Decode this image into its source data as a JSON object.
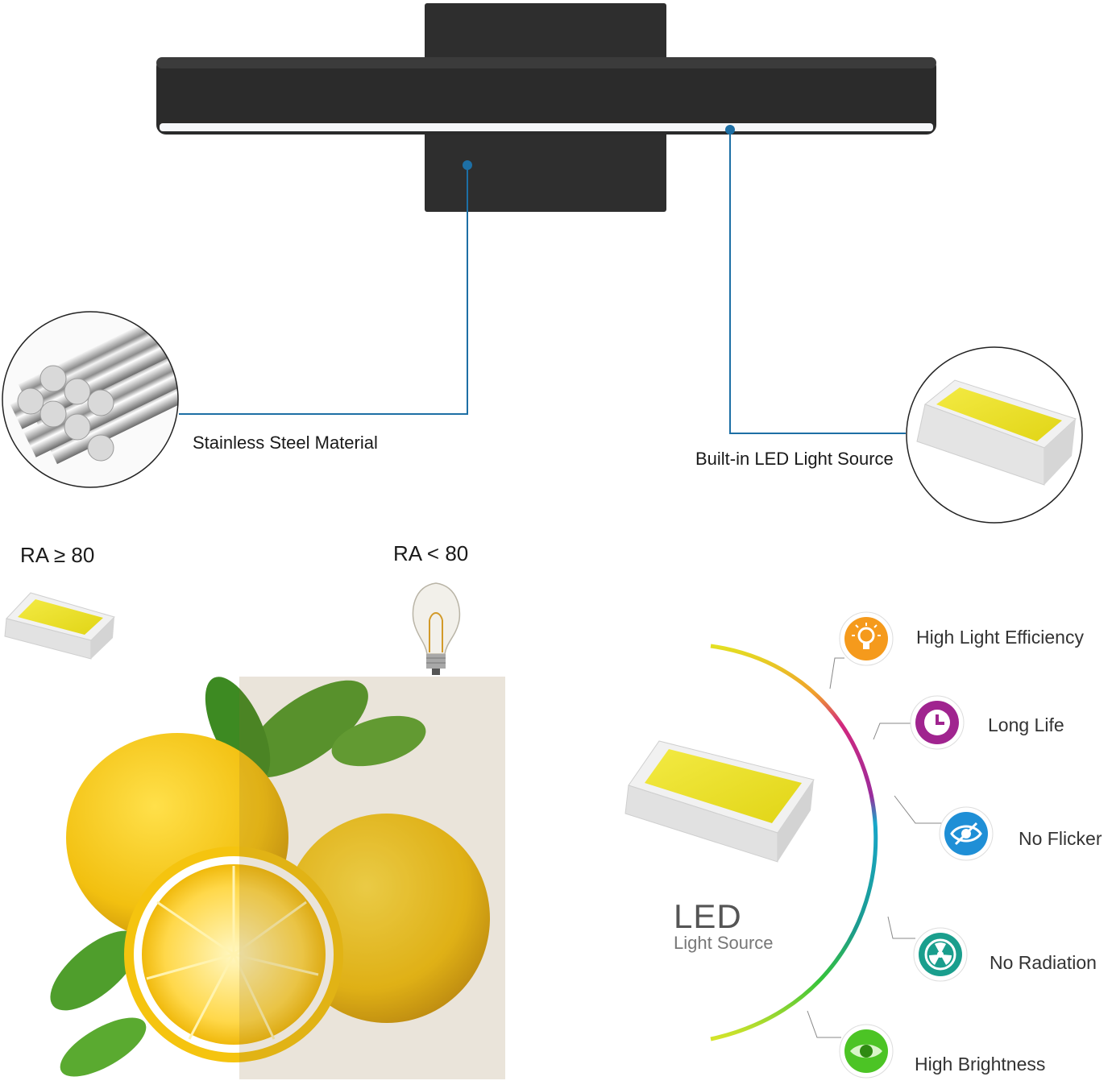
{
  "colors": {
    "lamp_body": "#2b2b2b",
    "pointer_line": "#1d6fa5",
    "arc_gradient": [
      "#e3e022",
      "#f0a02c",
      "#d2287e",
      "#9a2c9c",
      "#17a6c9",
      "#1c9b8e",
      "#35c33a",
      "#d6e42a"
    ]
  },
  "callouts": {
    "steel": "Stainless Steel Material",
    "led_source": "Built-in LED Light Source"
  },
  "comparison": {
    "high": "RA ≥ 80",
    "low": "RA < 80"
  },
  "led": {
    "title": "LED",
    "subtitle": "Light Source"
  },
  "features": [
    {
      "label": "High Light Efficiency",
      "icon": "lightbulb-icon",
      "color": "#f59a1c"
    },
    {
      "label": "Long Life",
      "icon": "clock-icon",
      "color": "#a0248f"
    },
    {
      "label": "No Flicker",
      "icon": "eye-slash-icon",
      "color": "#1f8fd6"
    },
    {
      "label": "No Radiation",
      "icon": "radiation-icon",
      "color": "#1a9e8d"
    },
    {
      "label": "High Brightness",
      "icon": "eye-icon",
      "color": "#4cc425"
    }
  ]
}
